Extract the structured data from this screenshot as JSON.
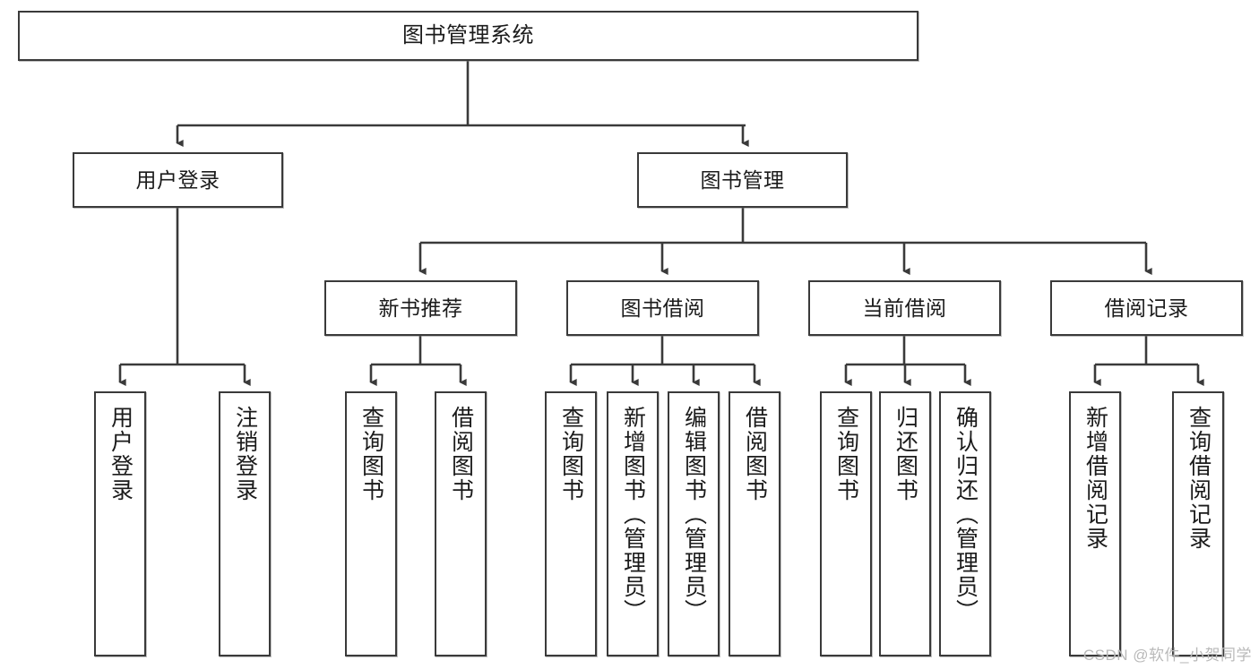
{
  "diagram": {
    "title": "图书管理系统",
    "type": "tree-hierarchy",
    "root": {
      "id": "root",
      "label": "图书管理系统"
    },
    "level2": [
      {
        "id": "user-login",
        "label": "用户登录"
      },
      {
        "id": "book-manage",
        "label": "图书管理"
      }
    ],
    "level3": [
      {
        "id": "new-book-recommend",
        "label": "新书推荐",
        "parent": "book-manage"
      },
      {
        "id": "book-borrow",
        "label": "图书借阅",
        "parent": "book-manage"
      },
      {
        "id": "current-borrow",
        "label": "当前借阅",
        "parent": "book-manage"
      },
      {
        "id": "borrow-record",
        "label": "借阅记录",
        "parent": "book-manage"
      }
    ],
    "leaves": [
      {
        "id": "leaf-user-login",
        "label": "用户登录",
        "parent": "user-login"
      },
      {
        "id": "leaf-logout-login",
        "label": "注销登录",
        "parent": "user-login"
      },
      {
        "id": "leaf-query-book-1",
        "label": "查询图书",
        "parent": "new-book-recommend"
      },
      {
        "id": "leaf-borrow-book-1",
        "label": "借阅图书",
        "parent": "new-book-recommend"
      },
      {
        "id": "leaf-query-book-2",
        "label": "查询图书",
        "parent": "book-borrow"
      },
      {
        "id": "leaf-add-book",
        "label": "新增图书（管理员）",
        "parent": "book-borrow"
      },
      {
        "id": "leaf-edit-book",
        "label": "编辑图书（管理员）",
        "parent": "book-borrow"
      },
      {
        "id": "leaf-borrow-book-2",
        "label": "借阅图书",
        "parent": "book-borrow"
      },
      {
        "id": "leaf-query-book-3",
        "label": "查询图书",
        "parent": "current-borrow"
      },
      {
        "id": "leaf-return-book",
        "label": "归还图书",
        "parent": "current-borrow"
      },
      {
        "id": "leaf-confirm-return",
        "label": "确认归还（管理员）",
        "parent": "current-borrow"
      },
      {
        "id": "leaf-add-record",
        "label": "新增借阅记录",
        "parent": "borrow-record"
      },
      {
        "id": "leaf-query-record",
        "label": "查询借阅记录",
        "parent": "borrow-record"
      }
    ],
    "colors": {
      "stroke": "#3a3a3a",
      "fill": "#ffffff",
      "text": "#1b1b1b",
      "watermark": "#b9b9b9"
    }
  },
  "watermark": {
    "text": "CSDN @软件_小贺同学"
  }
}
